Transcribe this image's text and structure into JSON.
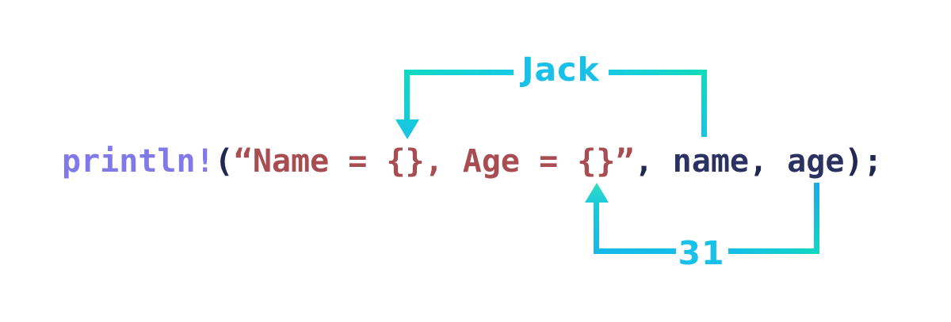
{
  "colors": {
    "macro_purple": "#8179E8",
    "string_red": "#A84D52",
    "variable_navy": "#2B3161",
    "punctuation_navy": "#232850",
    "accent_cyan": "#19C1E8",
    "accent_teal": "#0ED9C2",
    "background": "#FFFFFF"
  },
  "code": {
    "tokens": [
      {
        "text": "println!"
      },
      {
        "text": "("
      },
      {
        "text": "“Name = {}, Age = {}”"
      },
      {
        "text": ", "
      },
      {
        "text": "name"
      },
      {
        "text": ", "
      },
      {
        "text": "age"
      },
      {
        "text": ");"
      }
    ],
    "full_line": "println!(“Name = {}, Age = {}”, name, age);"
  },
  "annotations": {
    "name_value": {
      "label": "Jack",
      "points_to": "first {} placeholder",
      "from": "name"
    },
    "age_value": {
      "label": "31",
      "points_to": "second {} placeholder",
      "from": "age"
    }
  }
}
